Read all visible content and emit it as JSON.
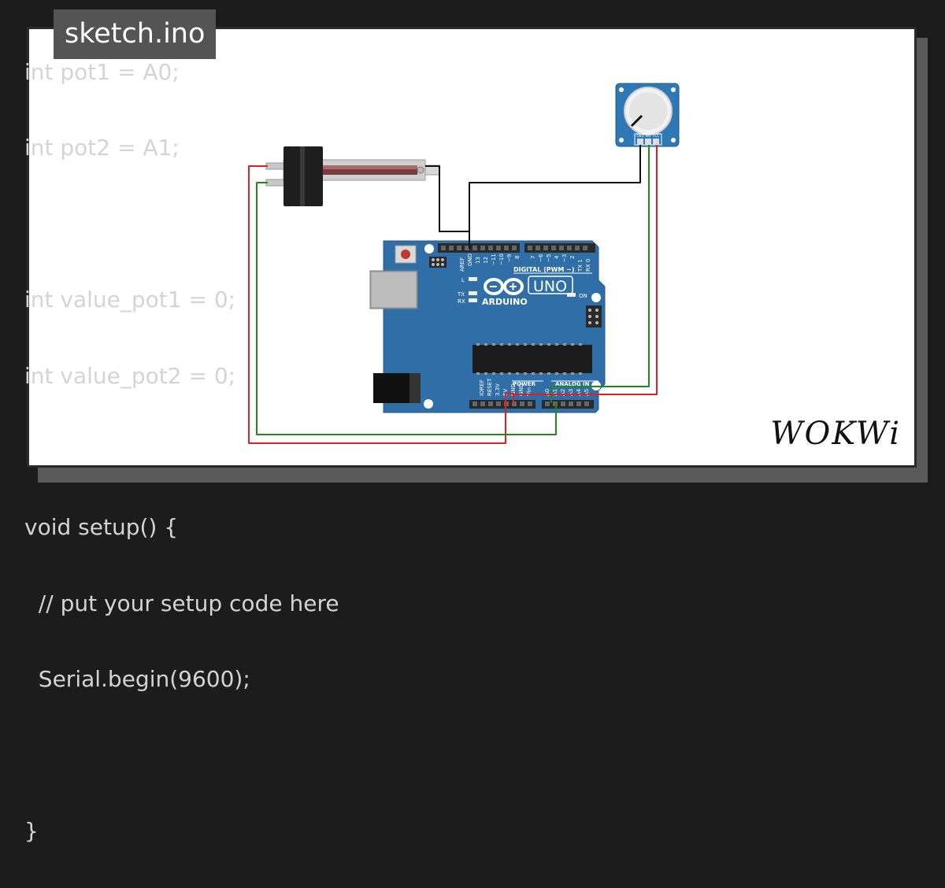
{
  "tab": {
    "title": "sketch.ino"
  },
  "code_lines": [
    "int pot1 = A0;",
    "int pot2 = A1;",
    "",
    "int value_pot1 = 0;",
    "int value_pot2 = 0;",
    "",
    "void setup() {",
    "  // put your setup code here",
    "  Serial.begin(9600);",
    "",
    "}"
  ],
  "board": {
    "brand": "ARDUINO",
    "model": "UNO",
    "digital_label": "DIGITAL (PWM ~)",
    "analog_label": "ANALOG IN",
    "power_label": "POWER",
    "led_on": "ON",
    "led_l": "L",
    "led_tx": "TX",
    "led_rx": "RX",
    "digital_pins": [
      "AREF",
      "GND",
      "13",
      "12",
      "~11",
      "~10",
      "~9",
      "8",
      "7",
      "~6",
      "~5",
      "4",
      "~3",
      "2",
      "TX 1",
      "RX 0"
    ],
    "power_pins": [
      "IOREF",
      "RESET",
      "3.3V",
      "5V",
      "GND",
      "GND",
      "Vin"
    ],
    "analog_pins": [
      "A0",
      "A1",
      "A2",
      "A3",
      "A4",
      "A5"
    ]
  },
  "rotary_pot": {
    "pins": [
      "GND",
      "SIG",
      "VCC"
    ]
  },
  "colors": {
    "wire_red": "#e02020",
    "wire_green": "#1e8a1e",
    "wire_black": "#111111",
    "board_blue": "#2f6ea6"
  },
  "brand": {
    "logo_text": "WOKWi"
  }
}
